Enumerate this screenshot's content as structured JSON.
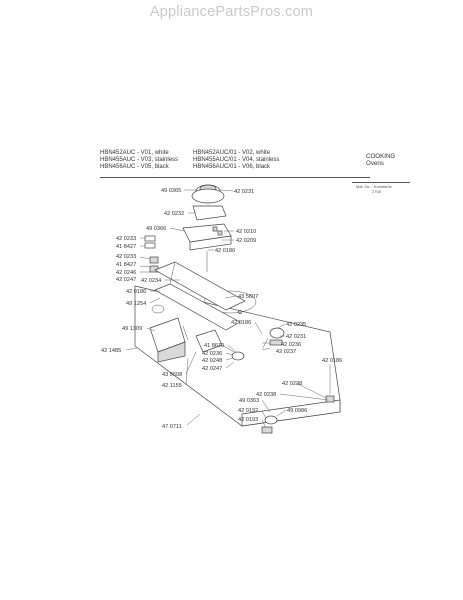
{
  "watermark": "AppliancePartsPros.com",
  "header": {
    "models_left": [
      "HBN452AUC - V01, white",
      "HBN455AUC - V03, stainless",
      "HBN456AUC - V05, black"
    ],
    "models_right": [
      "HBN452AUC/01 - V02, white",
      "HBN455AUC/01 - V04, stainless",
      "HBN456AUC/01 - V06, black"
    ],
    "category": [
      "COOKING",
      "Ovens"
    ],
    "subnote": [
      "Mat.-Nr. - Konstante",
      "2708"
    ]
  },
  "parts": [
    {
      "id": "p1",
      "text": "49 0365"
    },
    {
      "id": "p2",
      "text": "42 0231"
    },
    {
      "id": "p3",
      "text": "42 0232"
    },
    {
      "id": "p4",
      "text": "49 0366"
    },
    {
      "id": "p5",
      "text": "42 0210"
    },
    {
      "id": "p6",
      "text": "42 0209"
    },
    {
      "id": "p7",
      "text": "42 0233"
    },
    {
      "id": "p8",
      "text": "41 8427"
    },
    {
      "id": "p9",
      "text": "42 0233"
    },
    {
      "id": "p10",
      "text": "41 8427"
    },
    {
      "id": "p11",
      "text": "42 0246"
    },
    {
      "id": "p12",
      "text": "42 0247"
    },
    {
      "id": "p13",
      "text": "42 0186"
    },
    {
      "id": "p14",
      "text": "42 0234"
    },
    {
      "id": "p15",
      "text": "42 0186"
    },
    {
      "id": "p16",
      "text": "43 5607"
    },
    {
      "id": "p17",
      "text": "49 1254"
    },
    {
      "id": "p18",
      "text": "42 0186"
    },
    {
      "id": "p19",
      "text": "42 0235"
    },
    {
      "id": "p20",
      "text": "42 0231"
    },
    {
      "id": "p21",
      "text": "49 1309"
    },
    {
      "id": "p22",
      "text": "41 8670"
    },
    {
      "id": "p23",
      "text": "42 0236"
    },
    {
      "id": "p24",
      "text": "42 0236"
    },
    {
      "id": "p25",
      "text": "42 0237"
    },
    {
      "id": "p26",
      "text": "42 0248"
    },
    {
      "id": "p27",
      "text": "42 1485"
    },
    {
      "id": "p28",
      "text": "42 0247"
    },
    {
      "id": "p29",
      "text": "43 5608"
    },
    {
      "id": "p30",
      "text": "42 1155"
    },
    {
      "id": "p31",
      "text": "42 0186"
    },
    {
      "id": "p32",
      "text": "42 0238"
    },
    {
      "id": "p33",
      "text": "42 0238"
    },
    {
      "id": "p34",
      "text": "49 0363"
    },
    {
      "id": "p35",
      "text": "42 0192"
    },
    {
      "id": "p36",
      "text": "49 0986"
    },
    {
      "id": "p37",
      "text": "42 0193"
    },
    {
      "id": "p38",
      "text": "47 0711"
    }
  ]
}
